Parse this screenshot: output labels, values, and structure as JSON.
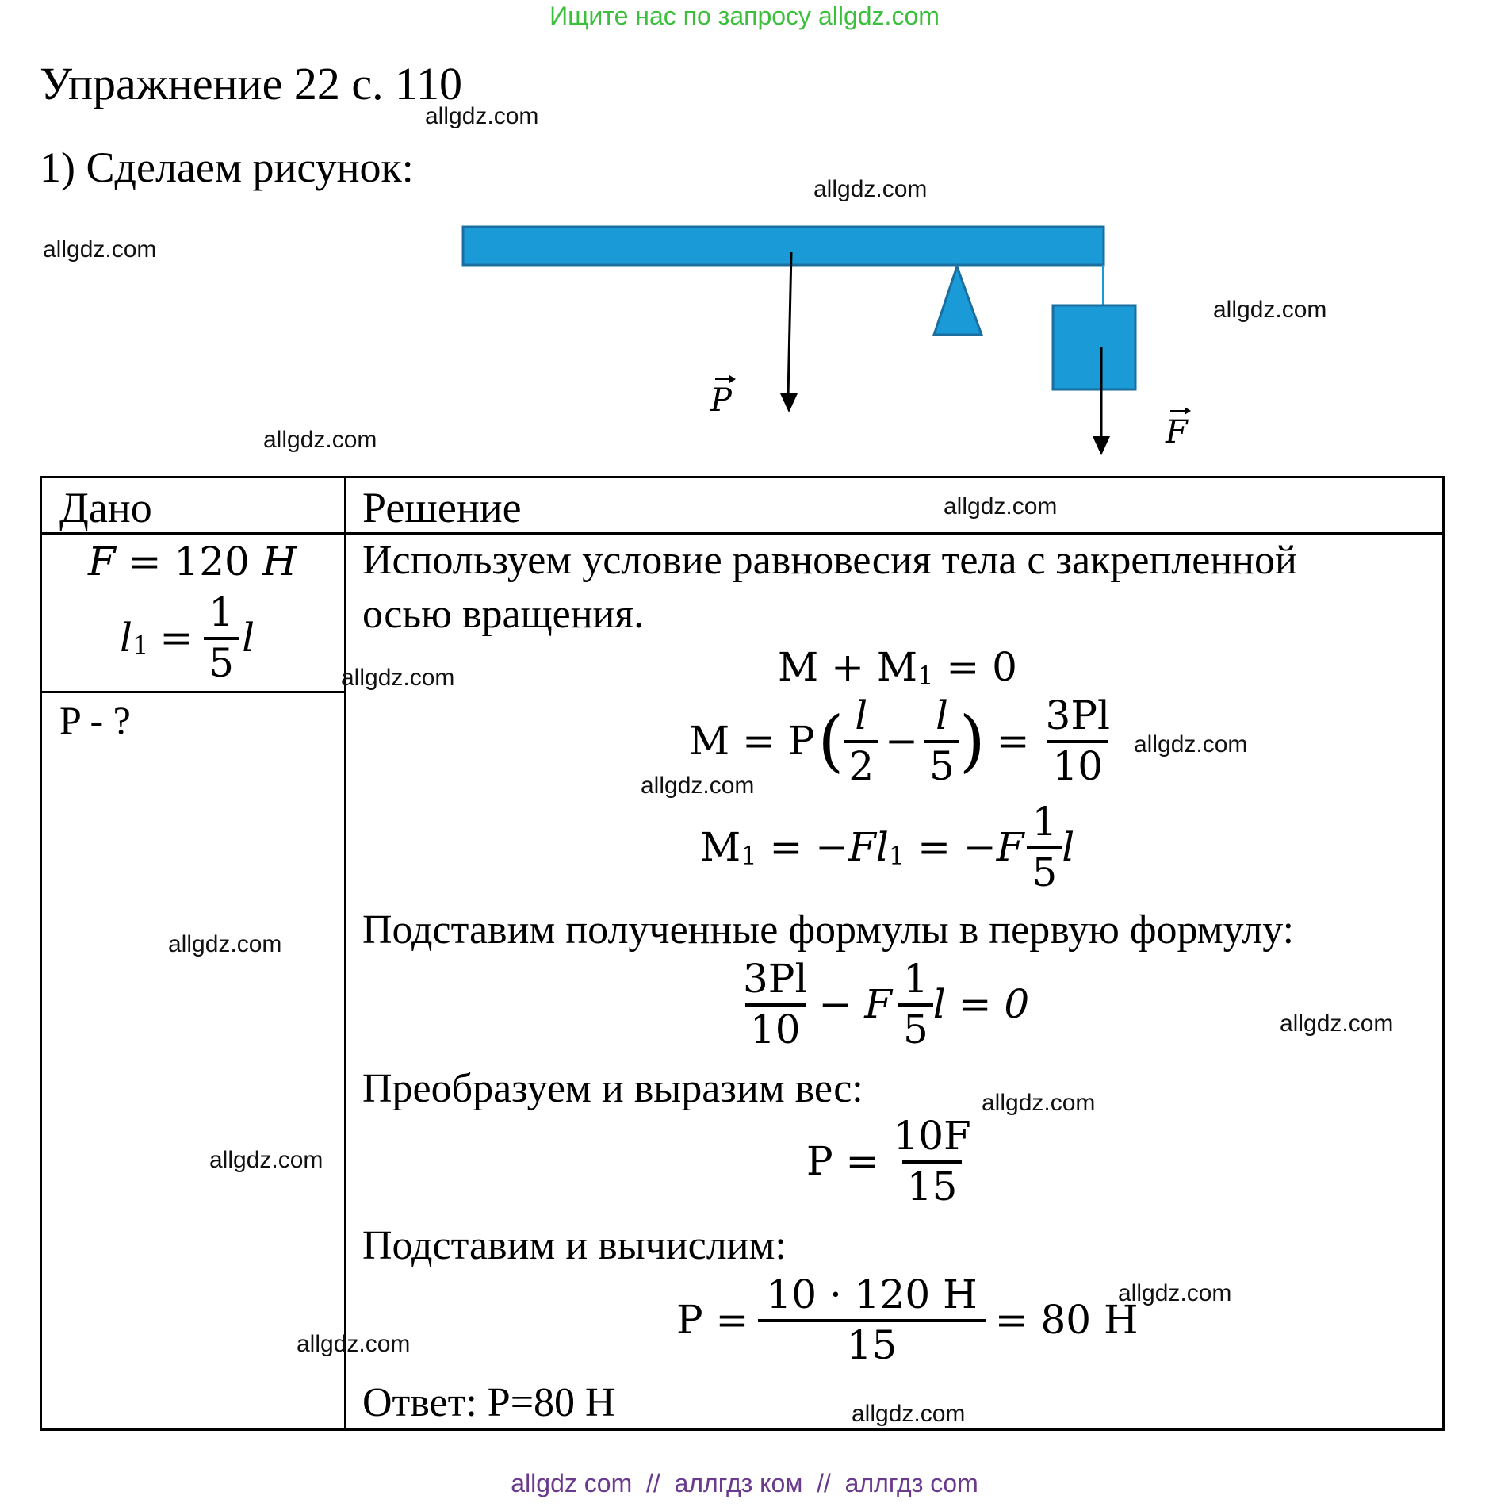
{
  "header": {
    "promo": "Ищите нас по запросу allgdz.com",
    "promo_color": "#3cbf3c"
  },
  "exercise": {
    "title": "Упражнение 22 с. 110",
    "step": "1) Сделаем рисунок:"
  },
  "figure": {
    "beam_color": "#1a9ad6",
    "force_p_label": "P",
    "force_f_label": "F"
  },
  "table": {
    "given_header": "Дано",
    "solution_header": "Решение",
    "given": {
      "f_var": "F",
      "f_eq": " = 120 ",
      "f_unit": "H",
      "l1_var": "l",
      "l1_sub": "1",
      "l1_num": "1",
      "l1_den": "5",
      "l_var": "l"
    },
    "find": "P - ?",
    "text_1": "Используем условие равновесия тела с закрепленной",
    "text_2": "осью вращения.",
    "text_3": "Подставим полученные формулы в первую формулу:",
    "text_4": "Преобразуем и выразим вес:",
    "text_5": "Подставим и вычислим:",
    "answer": "Ответ: P=80 H",
    "eq1": {
      "lhs": "M + M",
      "sub": "1",
      "rhs": " = 0"
    },
    "eq2": {
      "lhs": "M = P",
      "f1_num": "l",
      "f1_den": "2",
      "minus": "−",
      "f2_num": "l",
      "f2_den": "5",
      "eq": "=",
      "f3_num": "3Pl",
      "f3_den": "10"
    },
    "eq3": {
      "m": "M",
      "sub": "1",
      "mid": " = −F",
      "l": "l",
      "l_sub": "1",
      "mid2": " = −F",
      "f_num": "1",
      "f_den": "5",
      "tail": "l"
    },
    "eq4": {
      "f1_num": "3Pl",
      "f1_den": "10",
      "mid": "− F",
      "f2_num": "1",
      "f2_den": "5",
      "tail": "l = 0"
    },
    "eq5": {
      "lhs": "P =",
      "num": "10F",
      "den": "15"
    },
    "eq6": {
      "lhs": "P =",
      "num": "10 · 120 H",
      "den": "15",
      "rhs": "= 80 H"
    }
  },
  "watermarks": [
    "allgdz.com",
    "allgdz.com",
    "allgdz.com",
    "allgdz.com",
    "allgdz.com",
    "allgdz.com",
    "allgdz.com",
    "allgdz.com",
    "allgdz.com",
    "allgdz.com",
    "allgdz.com",
    "allgdz.com",
    "allgdz.com",
    "allgdz.com",
    "allgdz.com"
  ],
  "footer": {
    "text": "allgdz com  //  аллгдз ком  //  аллгдз com",
    "color": "#6a3a8c"
  }
}
